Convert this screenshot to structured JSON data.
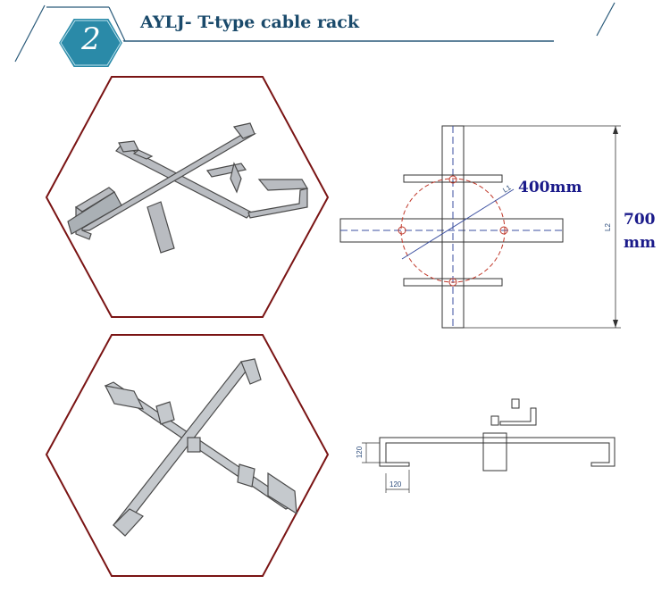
{
  "header": {
    "badge_number": "2",
    "title": "AYLJ- T-type  cable rack"
  },
  "top_drawing": {
    "radius_label": "400mm",
    "radius_tag": "L1",
    "height_value": "700",
    "height_unit": "mm",
    "height_tag": "L2"
  },
  "side_drawing": {
    "height_dim": "120",
    "width_dim": "120"
  },
  "colors": {
    "header_blue": "#1a4a6b",
    "badge_fill": "#2a8aa8",
    "hexagon_border": "#7a1414",
    "dimension_text": "#1a1a8a"
  }
}
